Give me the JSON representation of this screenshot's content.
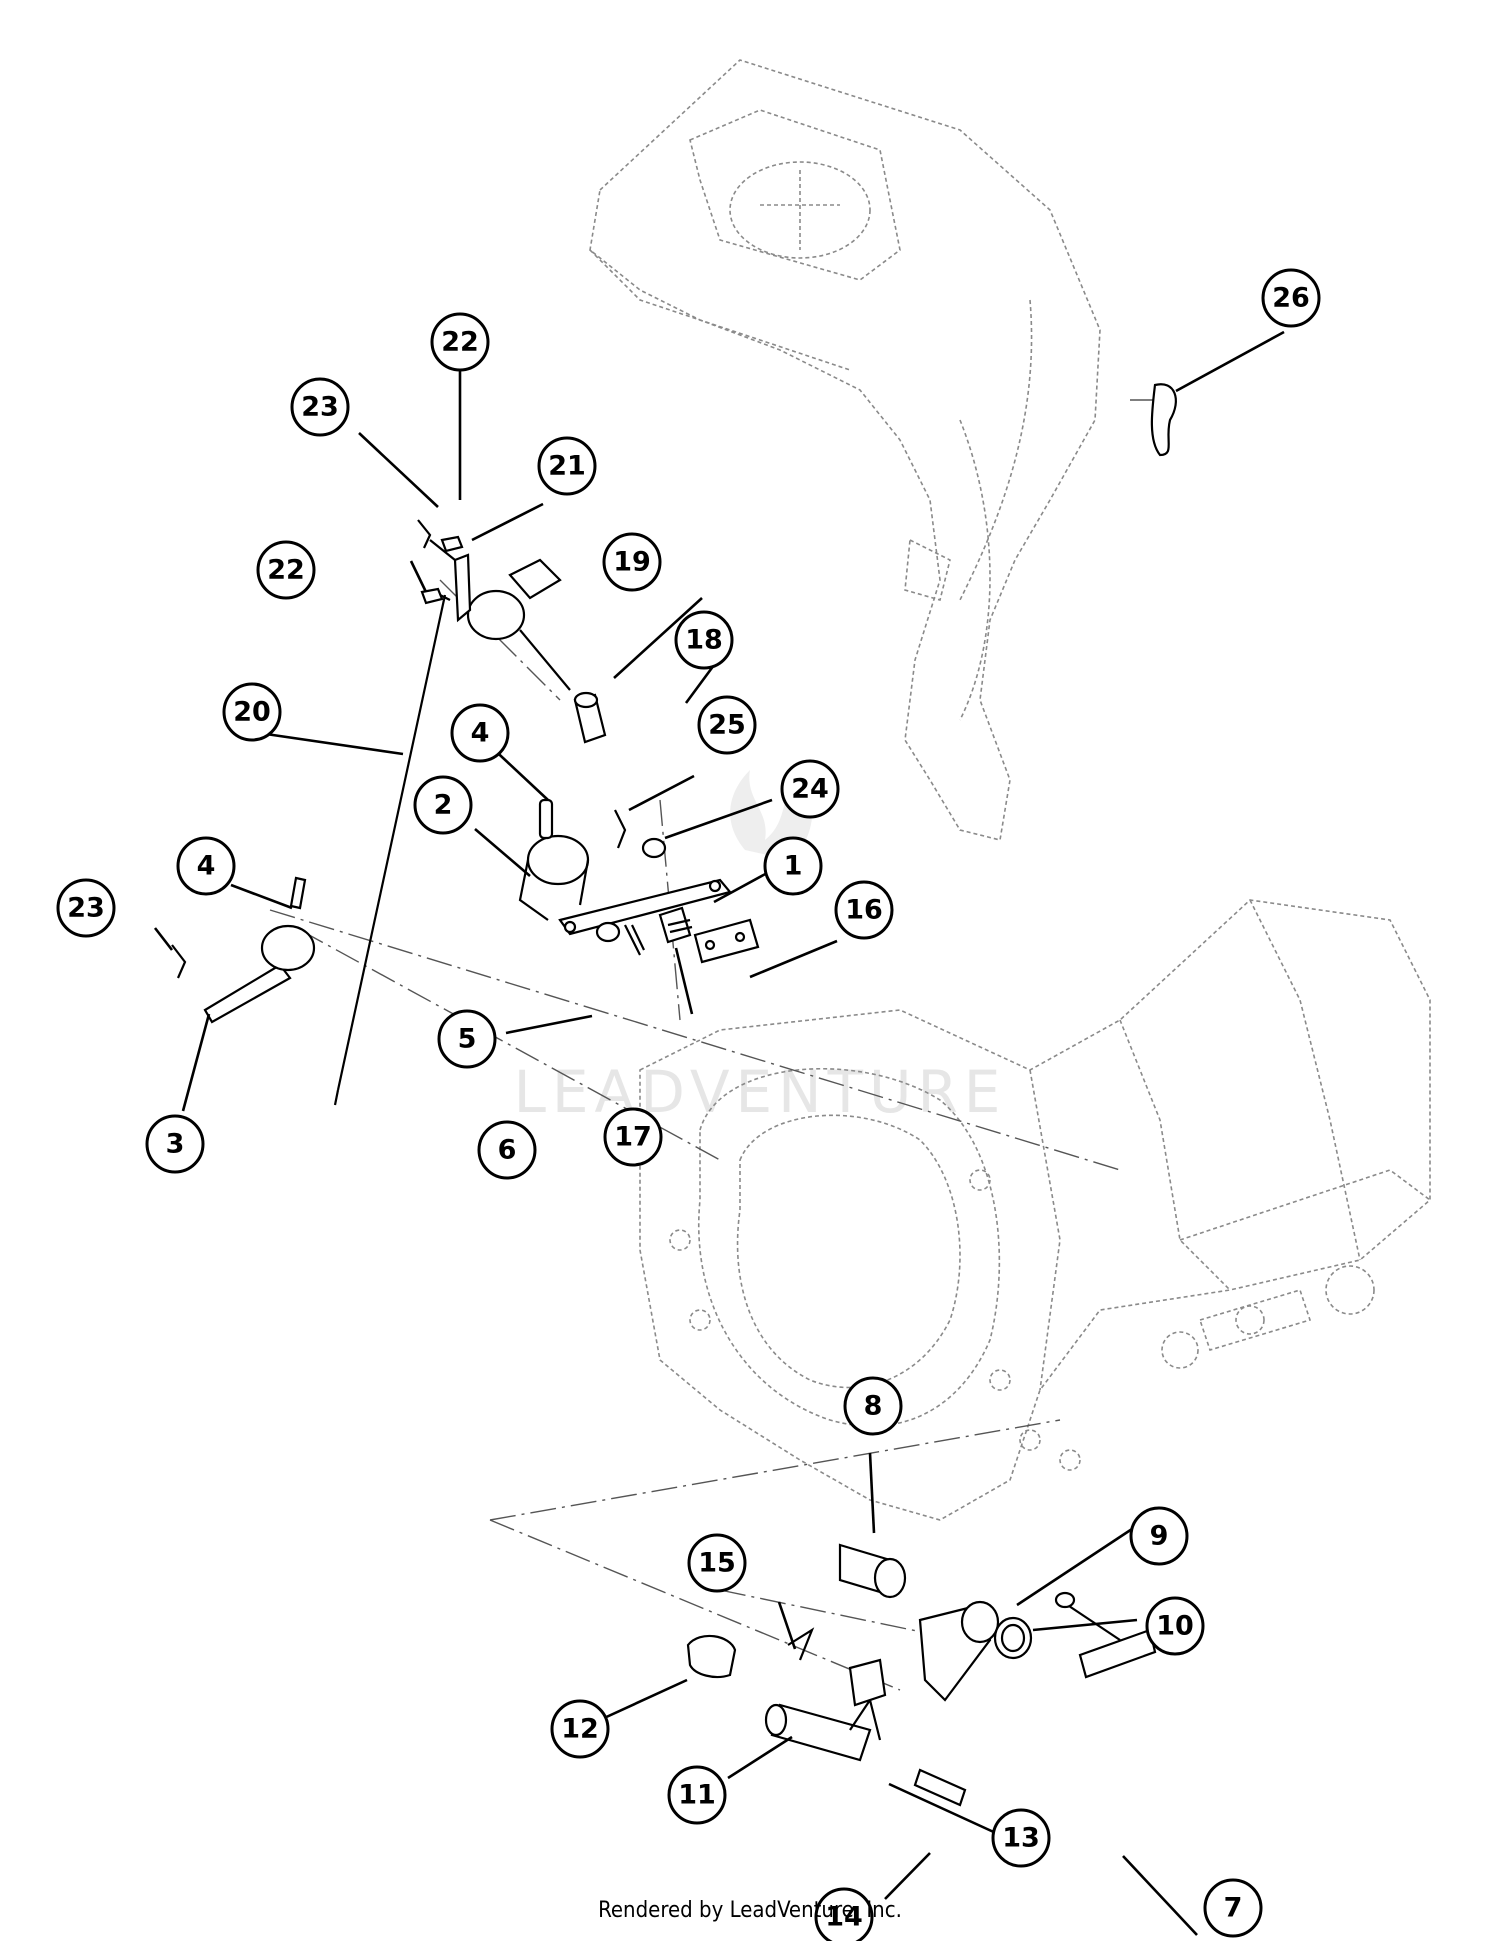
{
  "footer": {
    "credit": "Rendered by LeadVenture, Inc."
  },
  "watermark": {
    "text": "LEADVENTURE"
  },
  "callouts": [
    "1",
    "2",
    "3",
    "4",
    "4",
    "5",
    "6",
    "7",
    "8",
    "9",
    "10",
    "11",
    "12",
    "13",
    "14",
    "15",
    "16",
    "17",
    "18",
    "19",
    "20",
    "21",
    "22",
    "22",
    "23",
    "23",
    "24",
    "25",
    "26"
  ]
}
